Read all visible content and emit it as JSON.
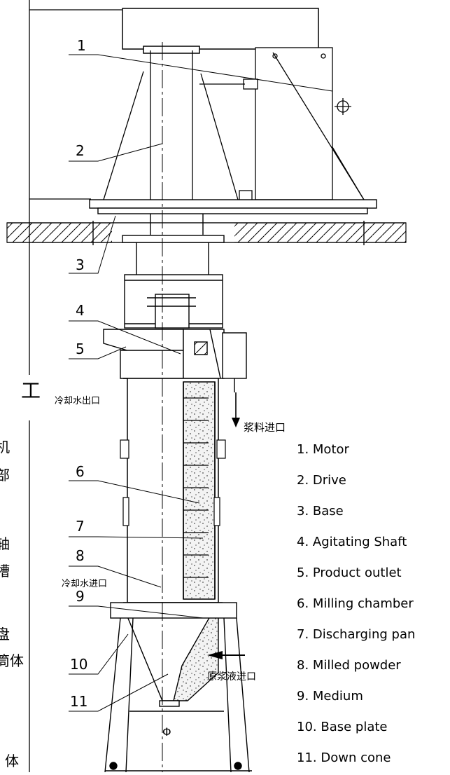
{
  "left_margin_chars": [
    "工",
    "机",
    "部",
    "轴",
    "槽",
    "盘",
    "筒体",
    "体"
  ],
  "callout_numbers": [
    "1",
    "2",
    "3",
    "4",
    "5",
    "6",
    "7",
    "8",
    "9",
    "10",
    "11"
  ],
  "labels": {
    "cooling_water_outlet": "冷却水出口",
    "cooling_water_inlet": "冷却水进口",
    "slurry_inlet": "浆料进口",
    "raw_slurry_inlet": "原浆液进口",
    "phi": "Φ"
  },
  "legend": [
    "1. Motor",
    "2. Drive",
    "3. Base",
    "4. Agitating Shaft",
    "5. Product outlet",
    "6. Milling chamber",
    "7. Discharging pan",
    "8. Milled powder",
    "9. Medium",
    "10. Base plate",
    "11. Down cone"
  ]
}
